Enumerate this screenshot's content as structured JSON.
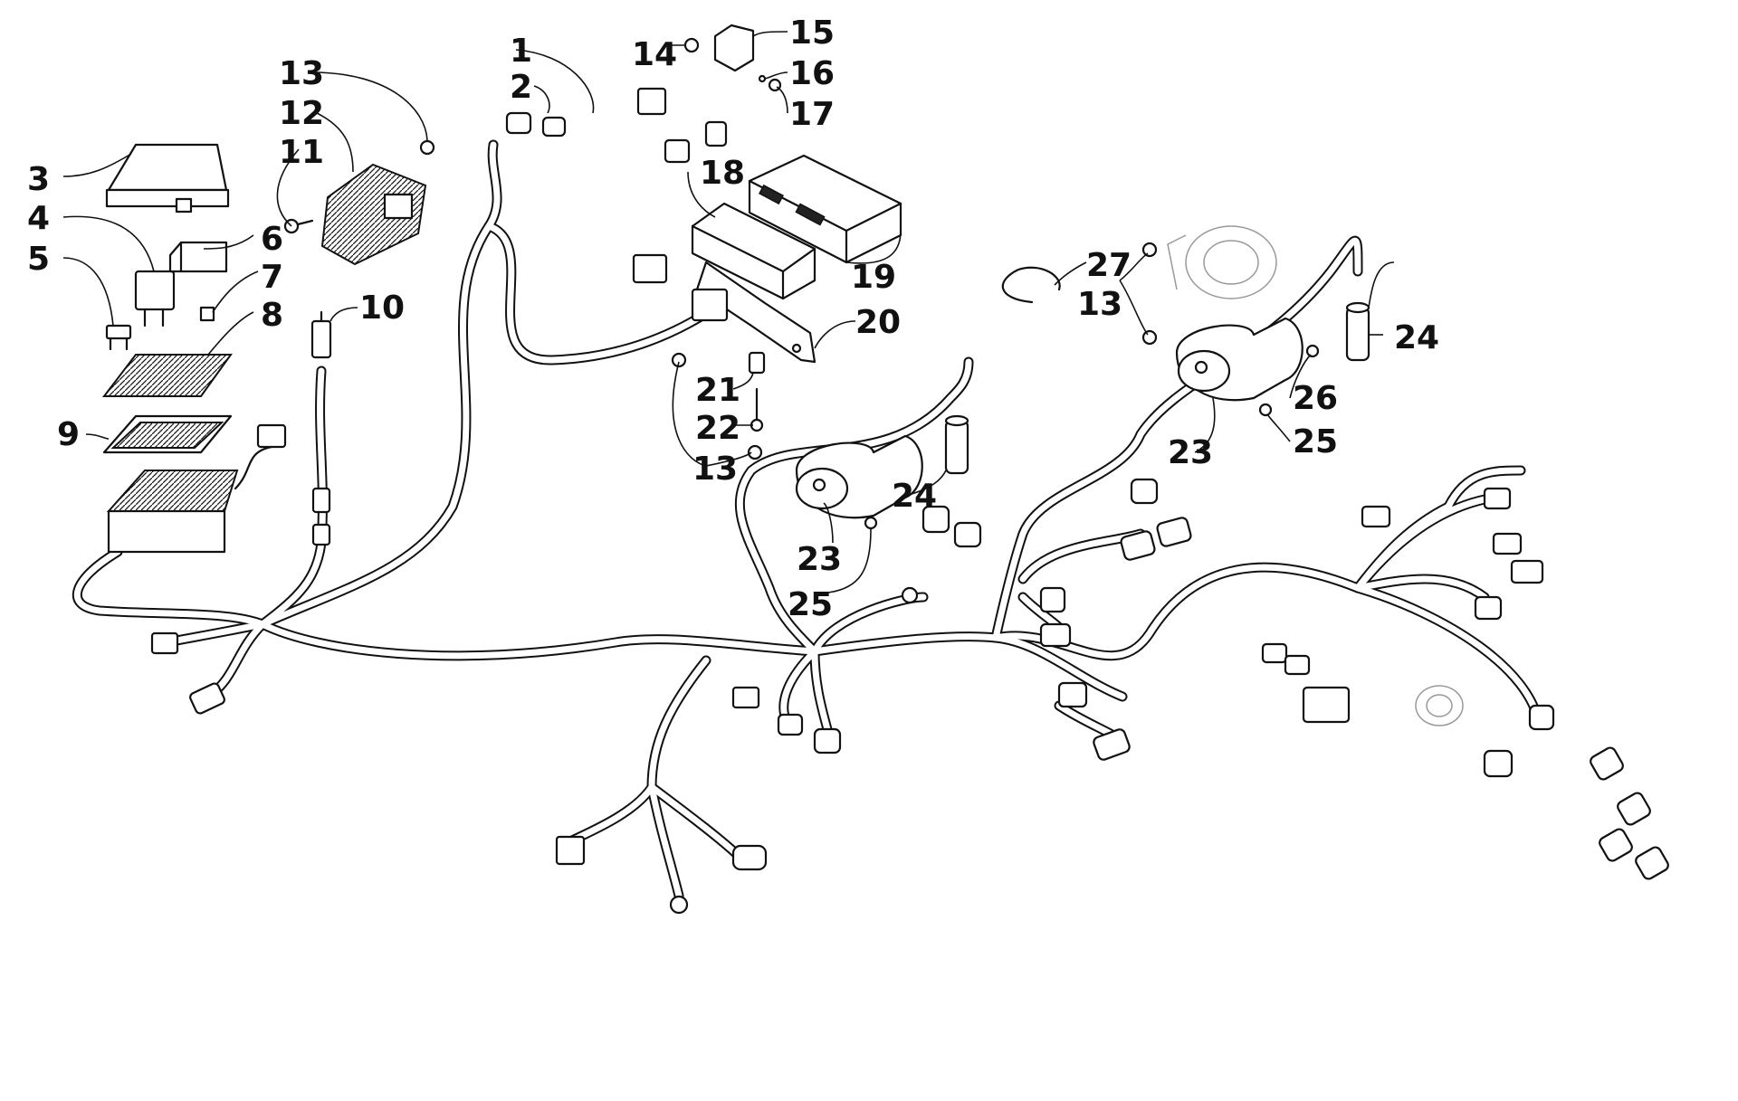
{
  "callouts": [
    {
      "id": "c1",
      "text": "1"
    },
    {
      "id": "c2",
      "text": "2"
    },
    {
      "id": "c3",
      "text": "3"
    },
    {
      "id": "c4",
      "text": "4"
    },
    {
      "id": "c5",
      "text": "5"
    },
    {
      "id": "c6",
      "text": "6"
    },
    {
      "id": "c7",
      "text": "7"
    },
    {
      "id": "c8",
      "text": "8"
    },
    {
      "id": "c9",
      "text": "9"
    },
    {
      "id": "c10",
      "text": "10"
    },
    {
      "id": "c11",
      "text": "11"
    },
    {
      "id": "c12",
      "text": "12"
    },
    {
      "id": "c13a",
      "text": "13"
    },
    {
      "id": "c13b",
      "text": "13"
    },
    {
      "id": "c13c",
      "text": "13"
    },
    {
      "id": "c14",
      "text": "14"
    },
    {
      "id": "c15",
      "text": "15"
    },
    {
      "id": "c16",
      "text": "16"
    },
    {
      "id": "c17",
      "text": "17"
    },
    {
      "id": "c18",
      "text": "18"
    },
    {
      "id": "c19",
      "text": "19"
    },
    {
      "id": "c20",
      "text": "20"
    },
    {
      "id": "c21",
      "text": "21"
    },
    {
      "id": "c22",
      "text": "22"
    },
    {
      "id": "c23a",
      "text": "23"
    },
    {
      "id": "c23b",
      "text": "23"
    },
    {
      "id": "c24a",
      "text": "24"
    },
    {
      "id": "c24b",
      "text": "24"
    },
    {
      "id": "c25a",
      "text": "25"
    },
    {
      "id": "c25b",
      "text": "25"
    },
    {
      "id": "c26",
      "text": "26"
    },
    {
      "id": "c27",
      "text": "27"
    }
  ]
}
